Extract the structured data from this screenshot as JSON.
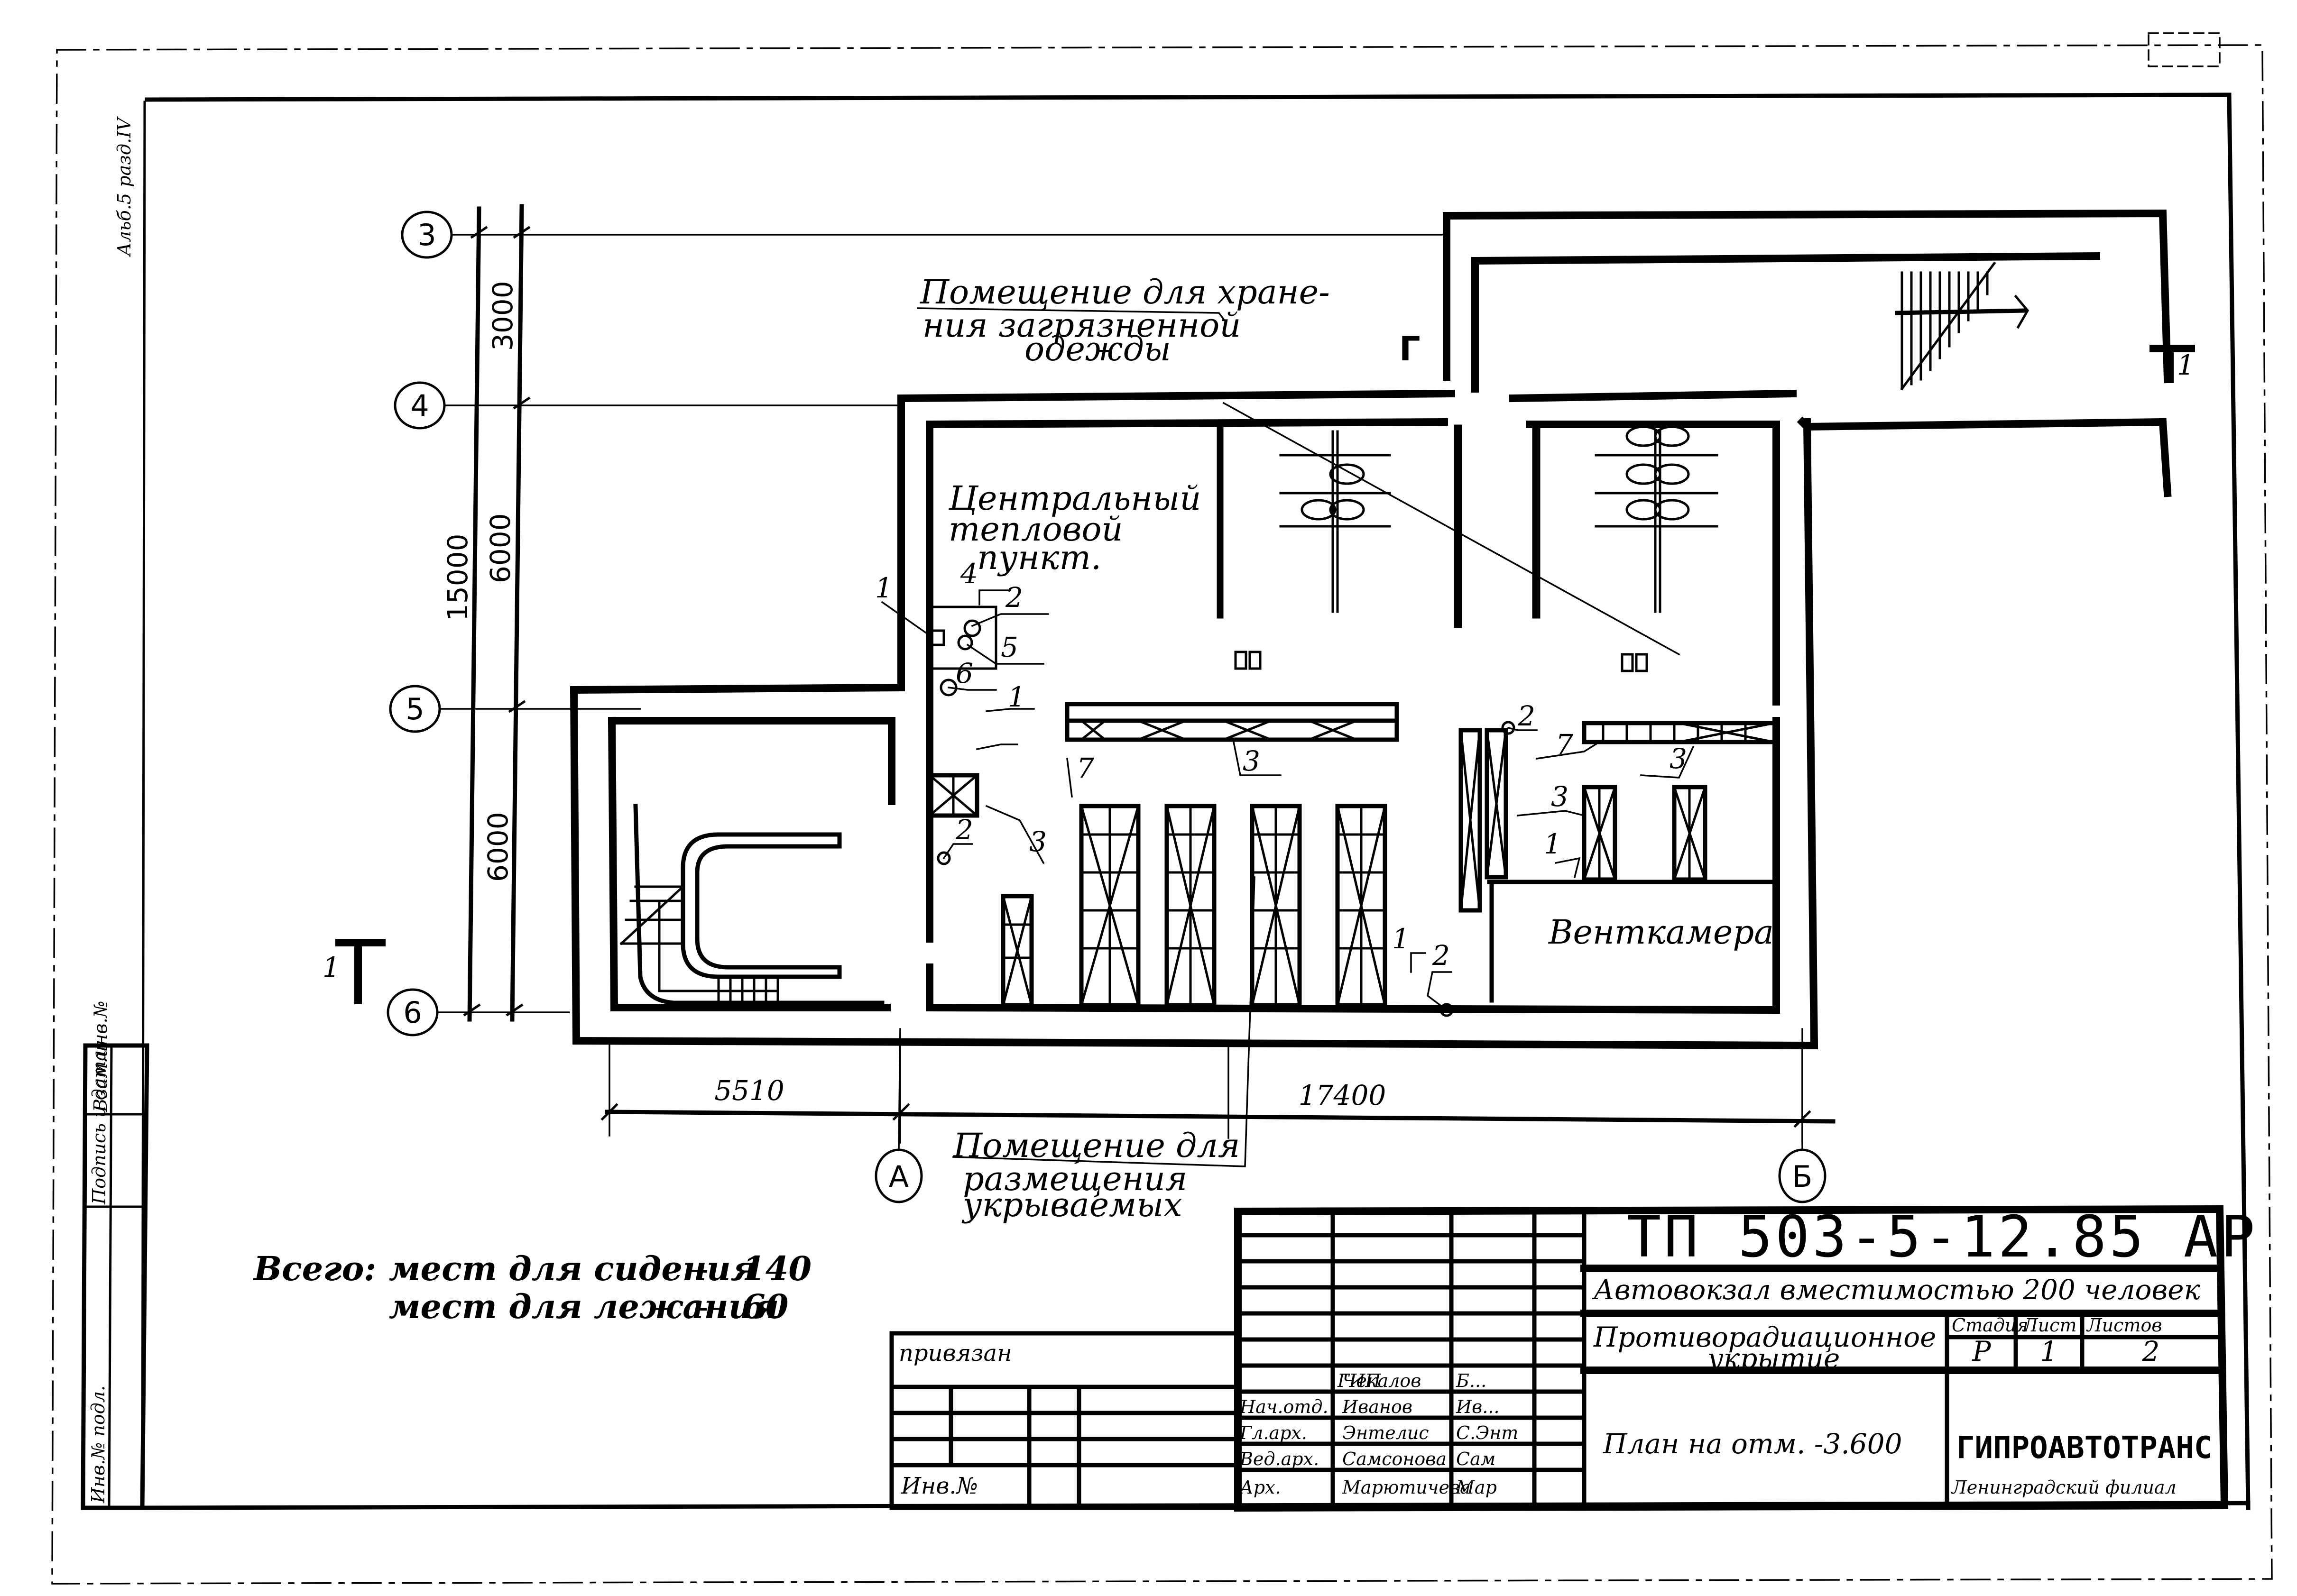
{
  "drawing": {
    "margin_note": "Альб.5 разд.IV",
    "axes": {
      "rows": [
        "3",
        "4",
        "5",
        "6"
      ],
      "columns": [
        "А",
        "Б"
      ]
    },
    "dimensions": {
      "vertical_total": "15000",
      "vertical_segments": [
        "3000",
        "6000",
        "6000"
      ],
      "horizontal_segments": [
        "5510",
        "17400"
      ]
    },
    "section_marks": [
      {
        "label": "1",
        "position": "left"
      },
      {
        "label": "1",
        "position": "right"
      }
    ],
    "section_letter": "Г",
    "rooms": {
      "heat_point": [
        "Центральный",
        "тепловой",
        "пункт."
      ],
      "dirty_clothes": [
        "Помещение для хране-",
        "ния загрязненной",
        "одежды"
      ],
      "shelter_room": [
        "Помещение для",
        "размещения",
        "укрываемых"
      ],
      "vent_chamber": "Венткамера"
    },
    "callouts": [
      "1",
      "2",
      "3",
      "4",
      "5",
      "6",
      "7"
    ]
  },
  "totals": {
    "heading": "Всего:",
    "rows": [
      {
        "label": "мест для сидения",
        "dash": "-",
        "value": "140"
      },
      {
        "label": "мест для лежания",
        "dash": "-",
        "value": "60"
      }
    ]
  },
  "side_stamp": {
    "cells": [
      "Инв.№ подл.",
      "Подпись и дата",
      "Взам.инв.№"
    ]
  },
  "binding_table": {
    "header": "привязан",
    "footer": "Инв.№"
  },
  "title_block": {
    "code": "ТП 503-5-12.85   АР",
    "project": "Автовокзал вместимостью 200 человек",
    "sheet_title": [
      "Противорадиационное",
      "укрытие"
    ],
    "plan_title": "План на отм. -3.600",
    "stage_header": "Стадия",
    "sheet_header": "Лист",
    "sheets_header": "Листов",
    "stage_value": "Р",
    "sheet_value": "1",
    "sheets_value": "2",
    "organization": "ГИПРОАВТОТРАНС",
    "branch": "Ленинградский филиал",
    "signatures": [
      {
        "role": "ГИП",
        "name": "Чекалов",
        "sign": "Б..."
      },
      {
        "role": "Нач.отд.",
        "name": "Иванов",
        "sign": "Ив..."
      },
      {
        "role": "Гл.арх.",
        "name": "Энтелис",
        "sign": "С.Энт"
      },
      {
        "role": "Вед.арх.",
        "name": "Самсонова",
        "sign": "Сам"
      },
      {
        "role": "Арх.",
        "name": "Марютичева",
        "sign": "Мар"
      }
    ]
  }
}
